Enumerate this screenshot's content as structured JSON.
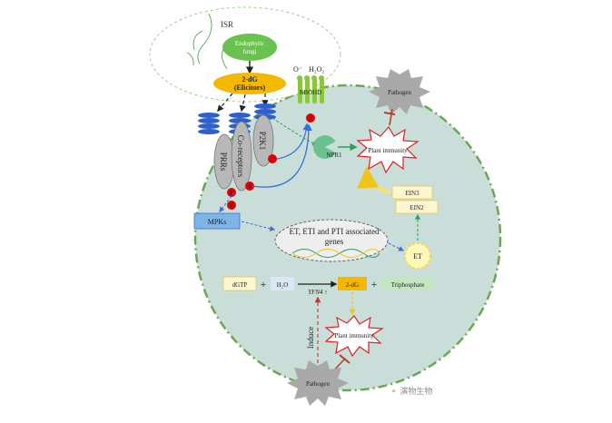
{
  "isr": "ISR",
  "endophytic_fungi": [
    "Endophytic",
    "fungi"
  ],
  "elicitor": [
    "2-dG",
    "(Elicitors)"
  ],
  "ros": {
    "o2": "O⁻",
    "h2o2": "H₂O₂",
    "rbohd": "RBOHD"
  },
  "receptors": {
    "prrs": "PRRs",
    "coreceptors": "Co-receptors",
    "p2k1": "P2K1"
  },
  "phospho": "P",
  "npr1": "NPR1",
  "plant_immunity_top": "Plant immunity",
  "pathogen_top": "Pathogen",
  "pathogen_bottom": "Pathogen",
  "ein3": "EIN3",
  "ein2": "EIN2",
  "et": "ET",
  "mpks": "MPKs",
  "genes": [
    "ET, ETI and PTI associated",
    "genes"
  ],
  "reaction": {
    "dgtp": "dGTP",
    "plus1": "+",
    "h2o": "H₂O",
    "twodg": "2-dG",
    "plus2": "+",
    "triphosphate": "Triphosphate"
  },
  "yfn4": "YFN4 ↑",
  "induce": "Induce",
  "plant_immunity_bottom": "Plant immunity",
  "watermark": "演物生物",
  "colors": {
    "cell_fill": "#c9ded9",
    "cell_border": "#6aa84f",
    "elicitor": "#f5b800",
    "mpks": "#7fb4e6",
    "inhibit": "#c0392b"
  }
}
